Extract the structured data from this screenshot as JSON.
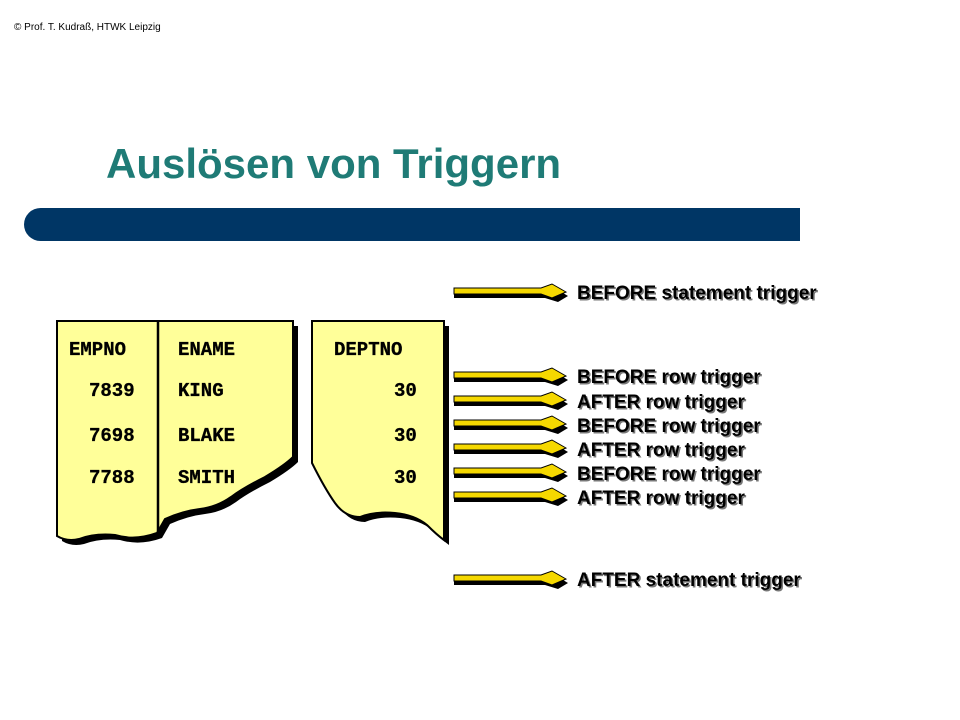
{
  "copyright": "© Prof. T. Kudraß, HTWK Leipzig",
  "title": "Auslösen von Triggern",
  "tables": {
    "emp": {
      "headers": [
        "EMPNO",
        "ENAME"
      ],
      "rows": [
        [
          "7839",
          "KING"
        ],
        [
          "7698",
          "BLAKE"
        ],
        [
          "7788",
          "SMITH"
        ]
      ]
    },
    "dept": {
      "headers": [
        "DEPTNO"
      ],
      "rows": [
        [
          "30"
        ],
        [
          "30"
        ],
        [
          "30"
        ]
      ]
    }
  },
  "triggers": [
    "BEFORE statement trigger",
    "BEFORE row trigger",
    "AFTER row trigger",
    "BEFORE row trigger",
    "AFTER row trigger",
    "BEFORE row trigger",
    "AFTER row trigger",
    "AFTER statement trigger"
  ],
  "colors": {
    "title": "#1f7b76",
    "bar": "#003665",
    "table_fill": "#ffff99",
    "arrow_fill": "#f5d800"
  },
  "icons": [
    "arrow-right-icon"
  ]
}
